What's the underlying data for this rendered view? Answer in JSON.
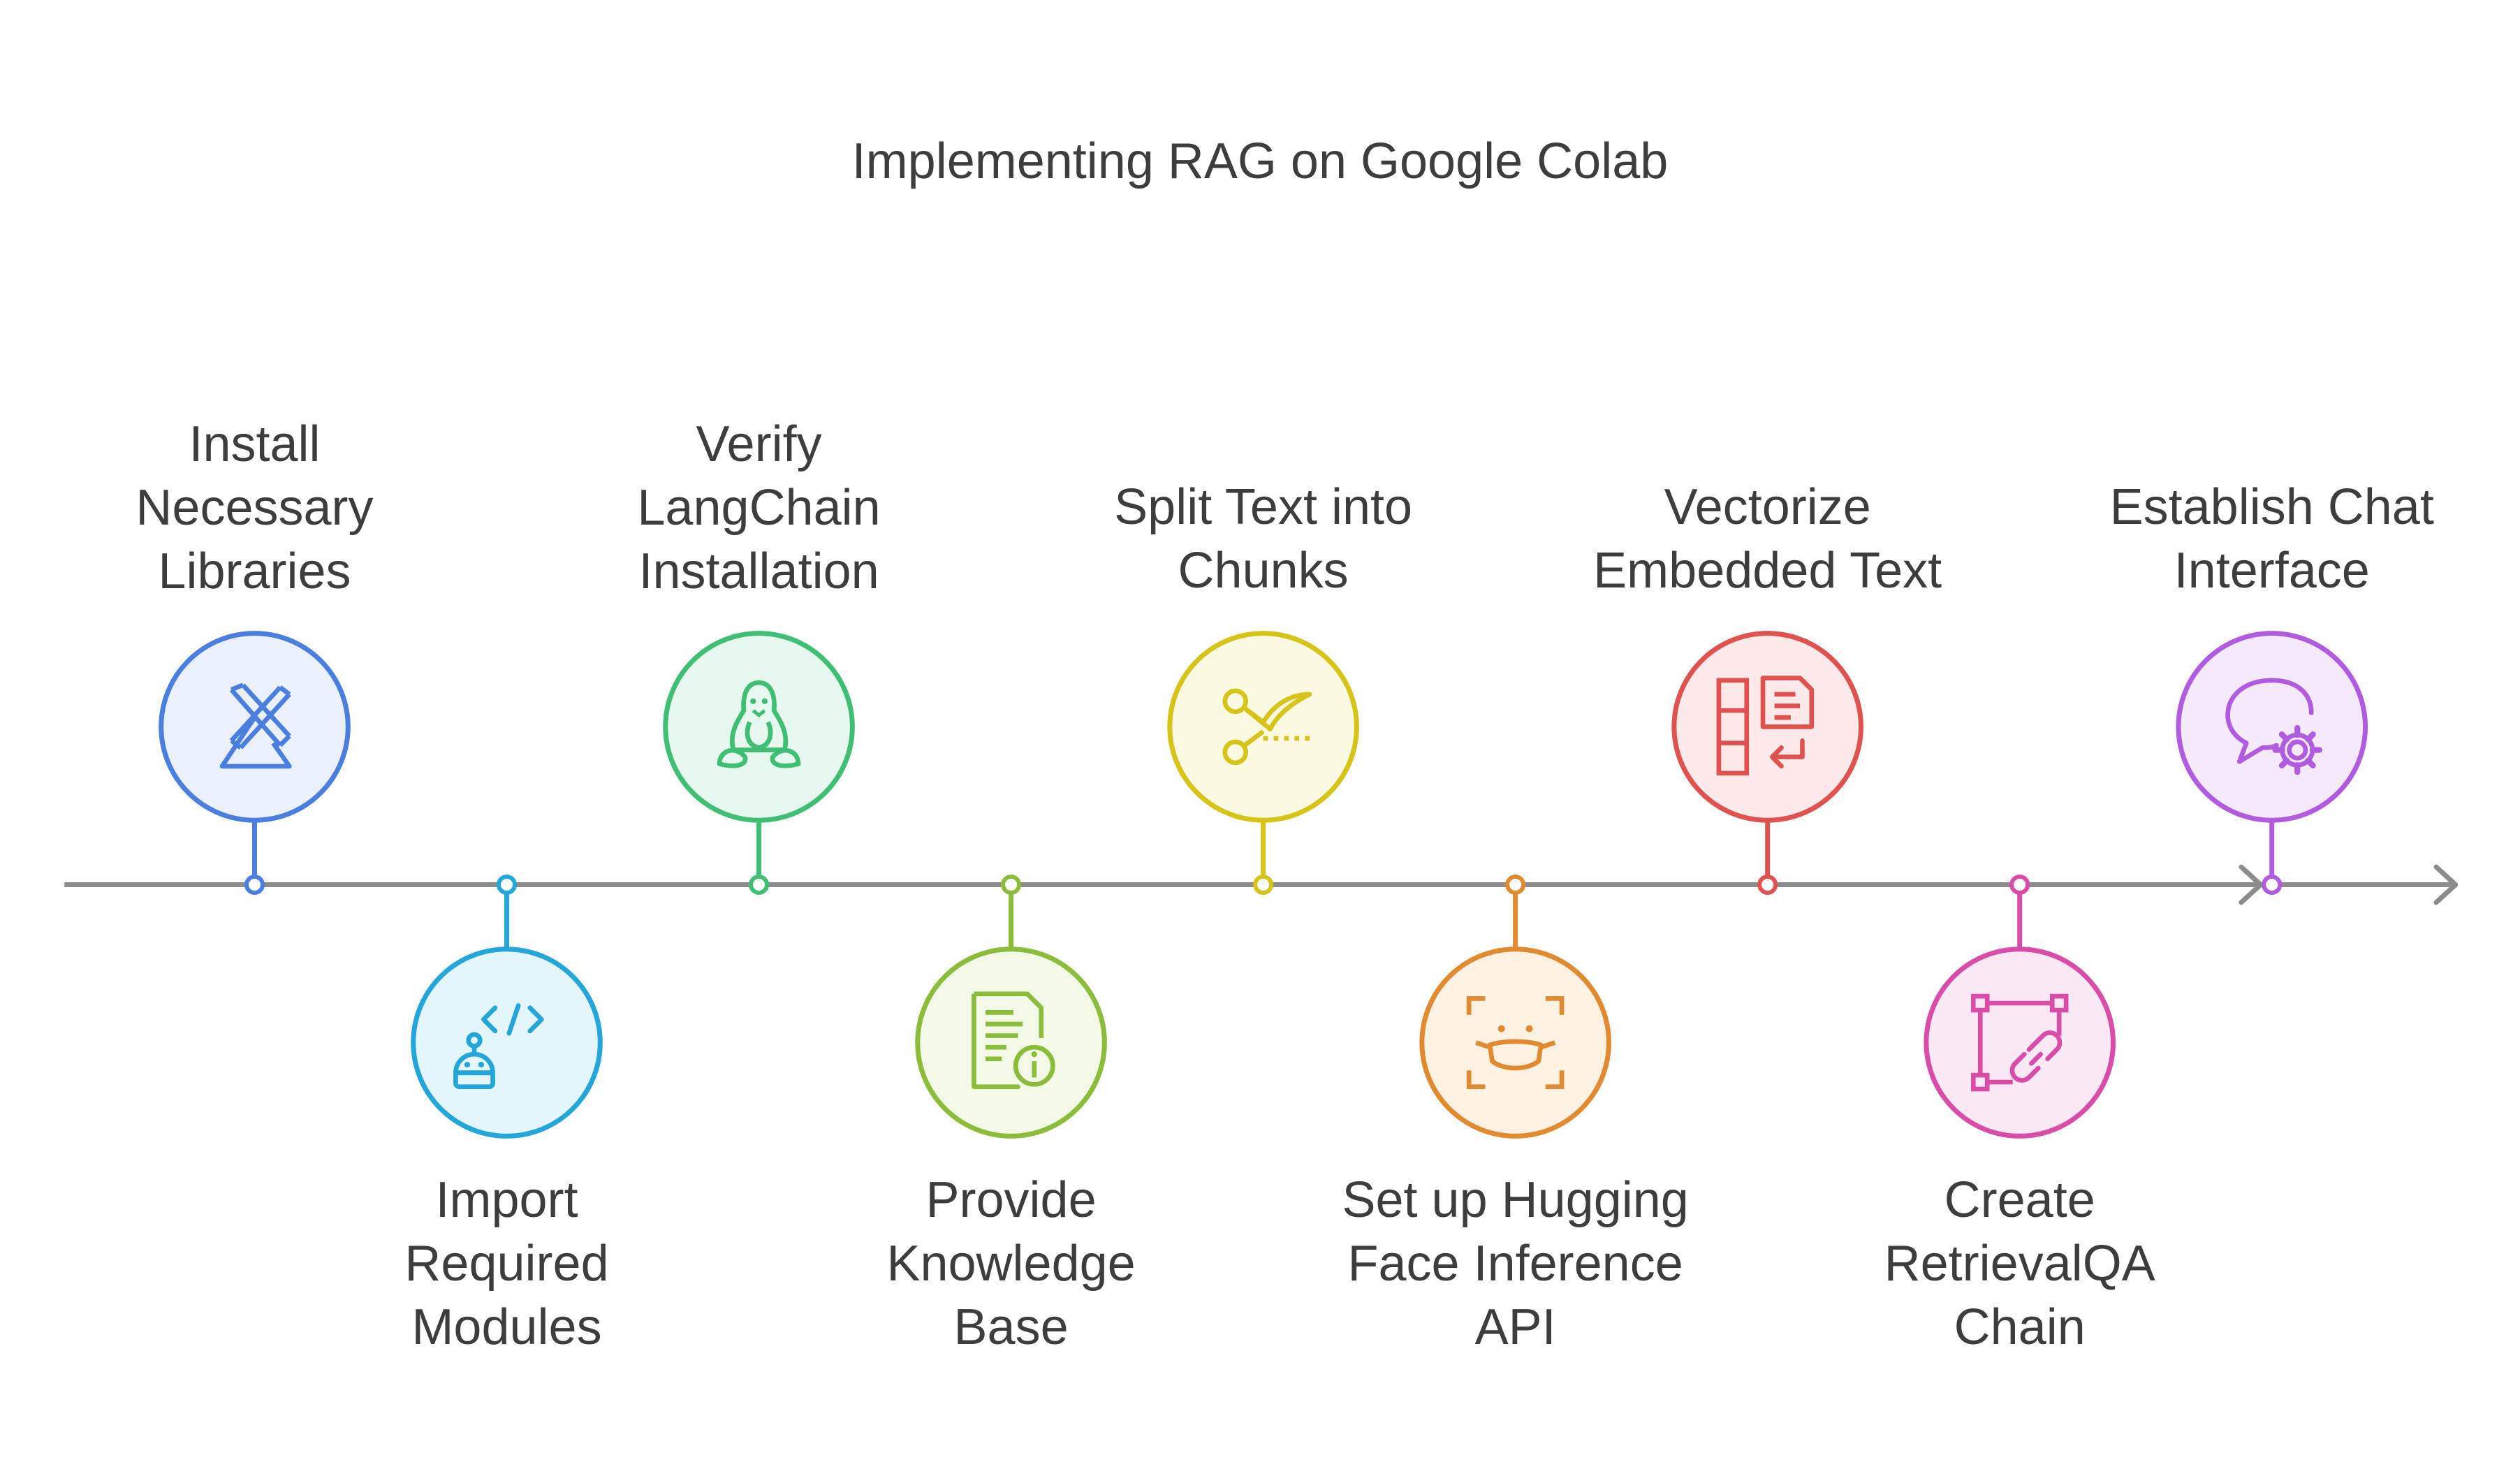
{
  "title": "Implementing RAG on Google Colab",
  "steps": [
    {
      "lines": [
        "Install",
        "Necessary",
        "Libraries"
      ],
      "position": "above",
      "color": "#4a7fe0",
      "fill": "#eaf1fd",
      "icon": "mathematics-x-icon"
    },
    {
      "lines": [
        "Import",
        "Required",
        "Modules"
      ],
      "position": "below",
      "color": "#23a6d9",
      "fill": "#e5f5fc",
      "icon": "code-robot-icon"
    },
    {
      "lines": [
        "Verify",
        "LangChain",
        "Installation"
      ],
      "position": "above",
      "color": "#3fbf74",
      "fill": "#e7f8ee",
      "icon": "linux-penguin-icon"
    },
    {
      "lines": [
        "Provide",
        "Knowledge",
        "Base"
      ],
      "position": "below",
      "color": "#8bbd3a",
      "fill": "#f2f9e6",
      "icon": "document-info-icon"
    },
    {
      "lines": [
        "Split Text into",
        "Chunks"
      ],
      "position": "above",
      "color": "#d6c418",
      "fill": "#fbf9e1",
      "icon": "scissors-cut-icon"
    },
    {
      "lines": [
        "Set up Hugging",
        "Face Inference",
        "API"
      ],
      "position": "below",
      "color": "#e28a2f",
      "fill": "#fdf1e4",
      "icon": "face-mask-scan-icon"
    },
    {
      "lines": [
        "Vectorize",
        "Embedded Text"
      ],
      "position": "above",
      "color": "#e0524f",
      "fill": "#fce9e9",
      "icon": "layout-return-icon"
    },
    {
      "lines": [
        "Create",
        "RetrievalQA",
        "Chain"
      ],
      "position": "below",
      "color": "#d94da8",
      "fill": "#fbe8f5",
      "icon": "chain-link-frame-icon"
    },
    {
      "lines": [
        "Establish Chat",
        "Interface"
      ],
      "position": "above",
      "color": "#b15be0",
      "fill": "#f5eafc",
      "icon": "chat-settings-icon"
    }
  ],
  "colors": {
    "timeline": "#8c8c8c",
    "text": "#3d3d3d"
  }
}
